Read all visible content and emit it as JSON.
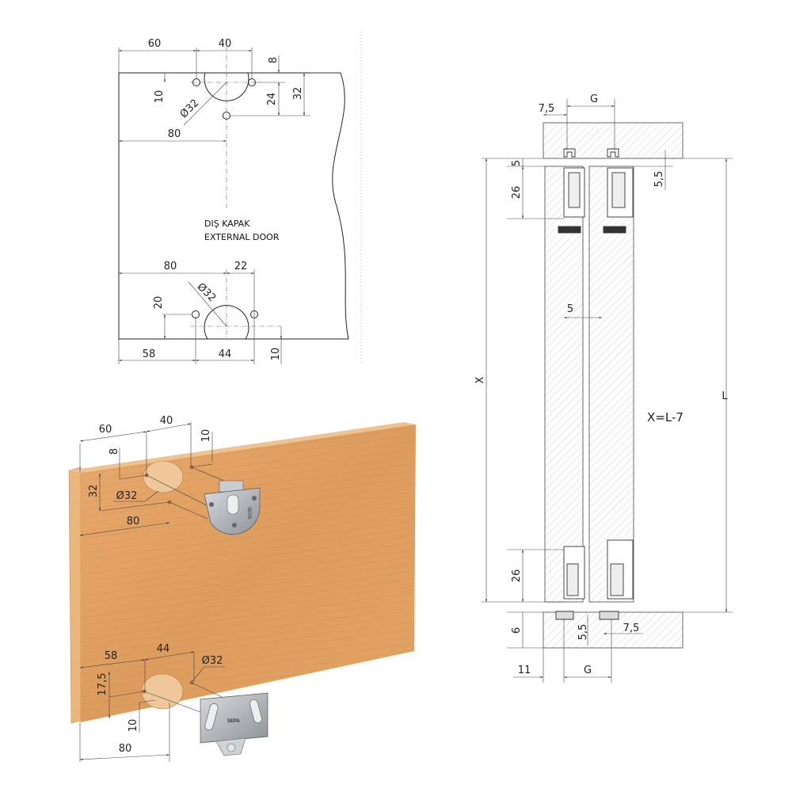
{
  "plan_view": {
    "note_line1": "DIŞ KAPAK",
    "note_line2": "EXTERNAL DOOR",
    "top": {
      "d60": "60",
      "d40": "40",
      "d8": "8",
      "d10": "10",
      "d24": "24",
      "d32": "32",
      "dia": "Ø32",
      "d80": "80"
    },
    "bottom": {
      "d80": "80",
      "d22": "22",
      "dia": "Ø32",
      "d20": "20",
      "d58": "58",
      "d44": "44",
      "d10": "10"
    }
  },
  "section_view": {
    "top_offset": "7,5",
    "gap_top": "G",
    "d5_top": "5",
    "d5_5_top": "5,5",
    "d26_top": "26",
    "door_gap": "5",
    "x_label": "X",
    "formula": "X=L-7",
    "l_label": "L",
    "d26_bottom": "26",
    "d6": "6",
    "d5_5_bottom": "5,5",
    "d7_5_bottom": "7,5",
    "d11": "11",
    "gap_bottom": "G"
  },
  "iso_view": {
    "top": {
      "d60": "60",
      "d40": "40",
      "d10": "10",
      "d8": "8",
      "d32": "32",
      "dia": "Ø32",
      "d80": "80"
    },
    "bottom": {
      "d58": "58",
      "d44": "44",
      "dia": "Ø32",
      "d17_5": "17,5",
      "d10": "10",
      "d80": "80"
    },
    "brand": "SEPA"
  },
  "colors": {
    "wood": "#e0a064",
    "wood_edge": "#eab47c",
    "metal": "#b8bcc0",
    "hatch": "#bbbbbb"
  }
}
